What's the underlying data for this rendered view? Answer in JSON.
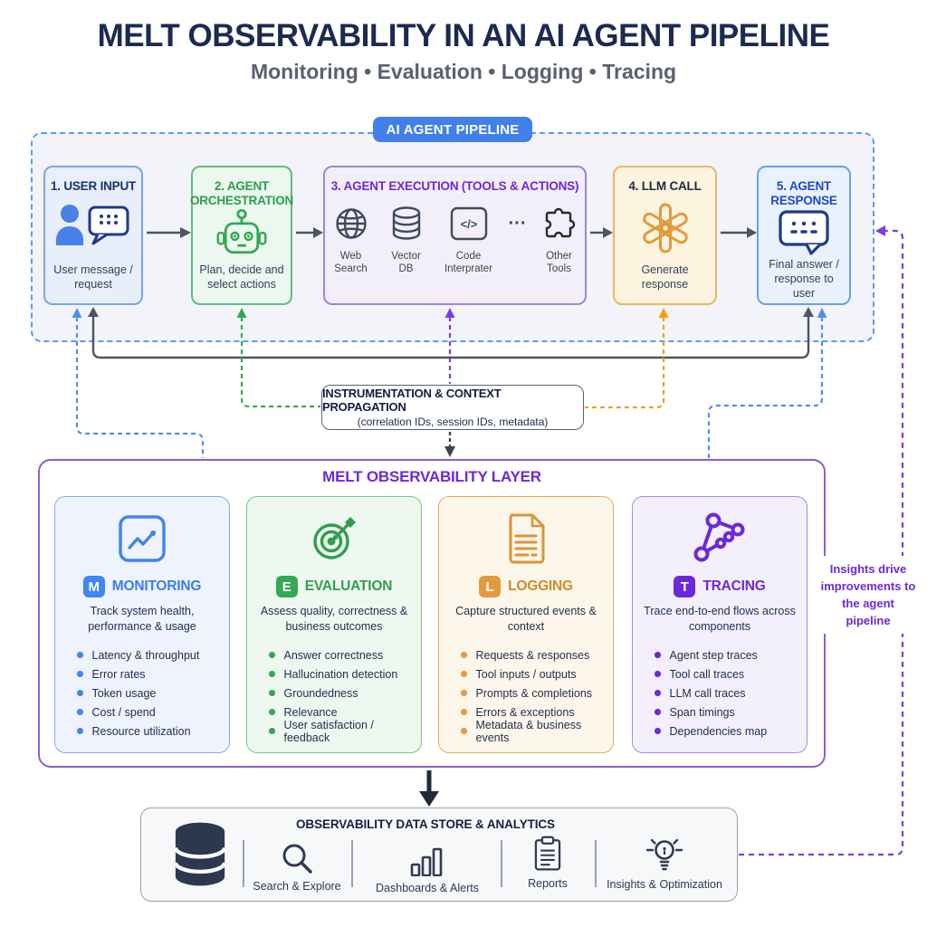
{
  "title": "MELT OBSERVABILITY IN AN AI AGENT PIPELINE",
  "subtitle": "Monitoring • Evaluation • Logging • Tracing",
  "pipeline": {
    "badge": "AI AGENT PIPELINE",
    "stages": [
      {
        "title": "1. USER INPUT",
        "caption": "User message / request",
        "icon": "user-chat-icon"
      },
      {
        "title": "2. AGENT ORCHESTRATION",
        "caption": "Plan, decide and select actions",
        "icon": "robot-icon"
      },
      {
        "title": "3. AGENT EXECUTION (TOOLS & ACTIONS)",
        "ellipsis": "···",
        "tools": [
          {
            "label": "Web Search",
            "icon": "globe-icon"
          },
          {
            "label": "Vector DB",
            "icon": "database-icon"
          },
          {
            "label": "Code Interprater",
            "icon": "code-icon"
          },
          {
            "label": "Other Tools",
            "icon": "puzzle-icon"
          }
        ]
      },
      {
        "title": "4. LLM CALL",
        "caption": "Generate response",
        "icon": "openai-flower-icon"
      },
      {
        "title": "5. AGENT RESPONSE",
        "caption": "Final answer / response to user",
        "icon": "chat-bubble-icon"
      }
    ]
  },
  "instrumentation": {
    "title": "INSTRUMENTATION & CONTEXT PROPAGATION",
    "subtitle": "(correlation IDs, session IDs, metadata)"
  },
  "melt": {
    "title": "MELT OBSERVABILITY LAYER",
    "cards": [
      {
        "letter": "M",
        "name": "MONITORING",
        "icon": "line-chart-icon",
        "description": "Track system health, performance & usage",
        "items": [
          "Latency & throughput",
          "Error rates",
          "Token usage",
          "Cost / spend",
          "Resource utilization"
        ]
      },
      {
        "letter": "E",
        "name": "EVALUATION",
        "icon": "target-dart-icon",
        "description": "Assess quality, correctness & business outcomes",
        "items": [
          "Answer correctness",
          "Hallucination detection",
          "Groundedness",
          "Relevance",
          "User satisfaction / feedback"
        ]
      },
      {
        "letter": "L",
        "name": "LOGGING",
        "icon": "document-icon",
        "description": "Capture structured events & context",
        "items": [
          "Requests & responses",
          "Tool inputs / outputs",
          "Prompts & completions",
          "Errors & exceptions",
          "Metadata & business events"
        ]
      },
      {
        "letter": "T",
        "name": "TRACING",
        "icon": "trace-graph-icon",
        "description": "Trace end-to-end flows across components",
        "items": [
          "Agent step traces",
          "Tool call traces",
          "LLM call traces",
          "Span timings",
          "Dependencies map"
        ]
      }
    ]
  },
  "datastore": {
    "title": "OBSERVABILITY DATA STORE & ANALYTICS",
    "db_icon": "database-stack-icon",
    "features": [
      {
        "label": "Search & Explore",
        "icon": "search-icon"
      },
      {
        "label": "Dashboards & Alerts",
        "icon": "bar-chart-icon"
      },
      {
        "label": "Reports",
        "icon": "clipboard-icon"
      },
      {
        "label": "Insights & Optimization",
        "icon": "lightbulb-icon"
      }
    ]
  },
  "feedback_note": "Insights drive improvements to the agent pipeline",
  "colors": {
    "accent_blue": "#4285f4",
    "accent_green": "#34a853",
    "accent_orange": "#f59e0b",
    "accent_purple": "#7c3aed",
    "navy": "#1b2a50"
  }
}
